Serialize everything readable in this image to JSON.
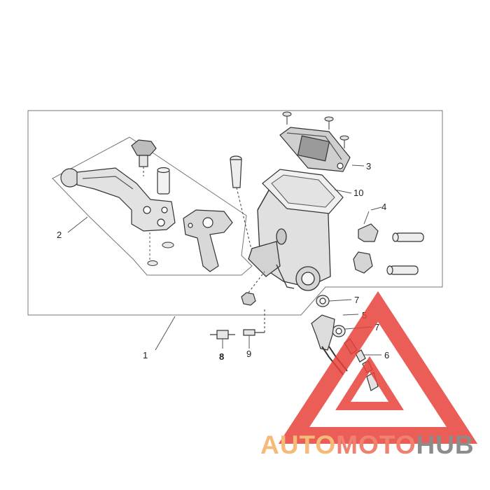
{
  "diagram": {
    "callouts": [
      {
        "id": "part-1",
        "label": "1"
      },
      {
        "id": "part-2",
        "label": "2"
      },
      {
        "id": "part-3",
        "label": "3"
      },
      {
        "id": "part-4",
        "label": "4"
      },
      {
        "id": "part-5",
        "label": "5"
      },
      {
        "id": "part-6",
        "label": "6"
      },
      {
        "id": "part-7a",
        "label": "7"
      },
      {
        "id": "part-7b",
        "label": "7"
      },
      {
        "id": "part-8",
        "label": "8"
      },
      {
        "id": "part-9",
        "label": "9"
      },
      {
        "id": "part-10",
        "label": "10"
      }
    ]
  },
  "watermark": {
    "part1": "AUTO",
    "part2": "MOTO",
    "part3": "HUB",
    "colors": {
      "auto": "#f5b978",
      "moto": "#f08070",
      "hub": "#8c8c8c",
      "triangle": "#e8413a"
    }
  }
}
